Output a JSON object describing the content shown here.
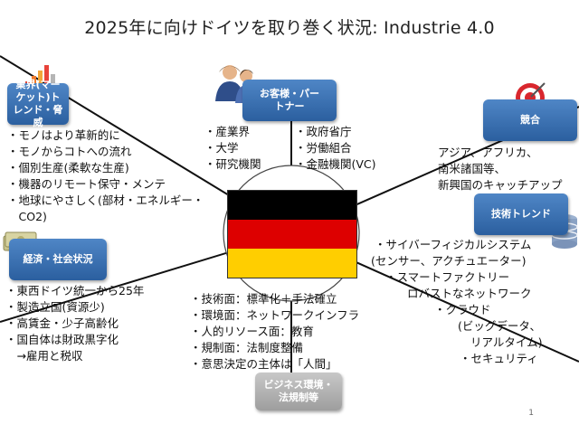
{
  "title": "2025年に向けドイツを取り巻く状況: Industrie 4.0",
  "page_number": "1",
  "tags": {
    "industry": "業界(マーケット)トレンド・脅威",
    "customers": "お客様・パートナー",
    "competition": "競合",
    "tech": "技術トレンド",
    "economy": "経済・社会状況",
    "business": "ビジネス環境・法規制等"
  },
  "industry_items": [
    "・モノはより革新的に",
    "・モノからコトへの流れ",
    "・個別生産(柔軟な生産)",
    "・機器のリモート保守・メンテ",
    "・地球にやさしく(部材・エネルギー・",
    "　CO2)"
  ],
  "customers_left": [
    "・産業界",
    "・大学",
    "・研究機関"
  ],
  "customers_right": [
    "・政府省庁",
    "・労働組合",
    "・金融機関(VC)"
  ],
  "competition_items": [
    "アジア、アフリカ、",
    "南米諸国等、",
    "新興国のキャッチアップ"
  ],
  "tech_items": [
    "・サイバーフィジカルシステム",
    "(センサー、アクチュエーター)",
    "・スマートファクトリー",
    "ロバストなネットワーク",
    "・クラウド",
    "(ビッグデータ、",
    "リアルタイム)",
    "・セキュリティ"
  ],
  "economy_items": [
    "・東西ドイツ統一から25年",
    "・製造立国(資源少)",
    "・高賃金・少子高齢化",
    "・国自体は財政黒字化",
    "　→雇用と税収"
  ],
  "business_items": [
    "・技術面：標準化＋手法確立",
    "・環境面：ネットワークインフラ",
    "・人的リソース面：教育",
    "・規制面：法制度整備",
    "・意思決定の主体は「人間」"
  ],
  "icons": [
    "bar-chart-icon",
    "people-icon",
    "target-icon",
    "database-icon",
    "money-icon"
  ],
  "colors": {
    "tag_blue": "#3a6fb0",
    "tag_gray": "#a9a9a9",
    "flag_black": "#000000",
    "flag_red": "#dd0000",
    "flag_gold": "#ffce00"
  }
}
